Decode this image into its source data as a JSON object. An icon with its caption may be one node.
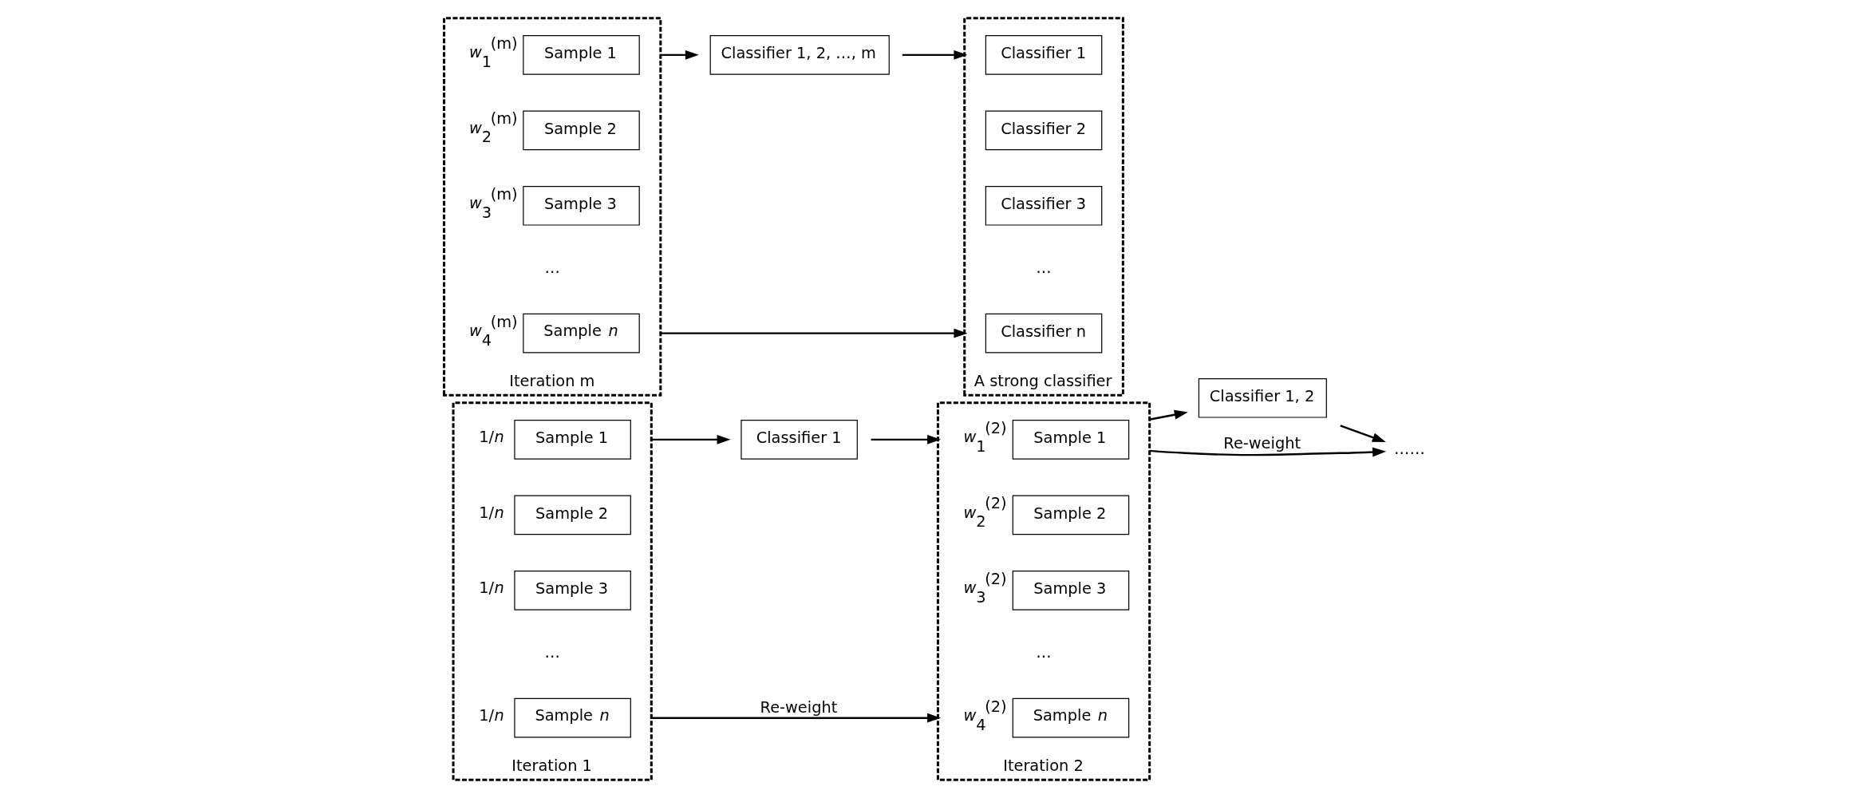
{
  "diagram": {
    "nodes": [
      {
        "text": [
          "Iteration 1"
        ]
      },
      {
        "text": [
          "Sample 1"
        ],
        "in": 0,
        "beside": [
          "1/*n*"
        ]
      },
      {
        "text": [
          "Sample 2"
        ],
        "in": 0,
        "beside": [
          "1/*n*"
        ]
      },
      {
        "text": [
          "Sample 3"
        ],
        "in": 0,
        "beside": [
          "1/*n*"
        ]
      },
      {
        "text": [
          "Sample *n*"
        ],
        "in": 0,
        "beside": [
          "1/*n*"
        ]
      },
      {
        "text": [
          "Classifier 1"
        ]
      },
      {
        "text": [
          "Iteration 2"
        ]
      },
      {
        "text": [
          "Sample 1"
        ],
        "in": 6,
        "beside": [
          "*w*$_{1}$$^{(2)}$"
        ]
      },
      {
        "text": [
          "Sample 2"
        ],
        "in": 6,
        "beside": [
          "*w*$_{2}$$^{(2)}$"
        ]
      },
      {
        "text": [
          "Sample 3"
        ],
        "in": 6,
        "beside": [
          "*w*$_{3}$$^{(2)}$"
        ]
      },
      {
        "text": [
          "Sample *n*"
        ],
        "in": 6,
        "beside": [
          "*w*$_{4}$$^{(2)}$"
        ]
      },
      {
        "text": [
          "Classifier 1, 2"
        ]
      },
      {
        "text": [
          "……"
        ]
      },
      {
        "text": [
          "Iteration m"
        ]
      },
      {
        "text": [
          "Sample 1"
        ],
        "in": 13,
        "beside": [
          "*w*$_{1}$$^{(m)}$"
        ]
      },
      {
        "text": [
          "Sample 2"
        ],
        "in": 13,
        "beside": [
          "*w*$_{2}$$^{(m)}$"
        ]
      },
      {
        "text": [
          "Sample 3"
        ],
        "in": 13,
        "beside": [
          "*w*$_{3}$$^{(m)}$"
        ]
      },
      {
        "text": [
          "Sample *n*"
        ],
        "in": 13,
        "beside": [
          "*w*$_{4}$$^{(m)}$"
        ]
      },
      {
        "text": [
          "Classifier 1, 2, …, m"
        ]
      },
      {
        "text": [
          "A strong classifier"
        ]
      },
      {
        "text": [
          "Classifier 1"
        ],
        "in": 19
      },
      {
        "text": [
          "Classifier 2"
        ],
        "in": 19
      },
      {
        "text": [
          "Classifier 3"
        ],
        "in": 19
      },
      {
        "text": [
          "Classifier n"
        ],
        "in": 19
      }
    ],
    "edges": [
      {
        "from": 0,
        "to": 5,
        "arrow": "to"
      },
      {
        "from": 5,
        "to": 6,
        "arrow": "to"
      },
      {
        "from": 0,
        "to": 6,
        "arrow": "to",
        "label": "Re-weight"
      },
      {
        "from": 6,
        "to": 11,
        "arrow": "to"
      },
      {
        "from": 11,
        "to": 12,
        "arrow": "to"
      },
      {
        "from": 6,
        "to": 12,
        "arrow": "to",
        "label": "Re-weight"
      },
      {
        "from": 13,
        "to": 18,
        "arrow": "to"
      },
      {
        "from": 18,
        "to": 19,
        "arrow": "to"
      },
      {
        "from": 13,
        "to": 19,
        "arrow": "to"
      }
    ],
    "labels": [
      "…",
      "…",
      "…",
      "…"
    ]
  }
}
